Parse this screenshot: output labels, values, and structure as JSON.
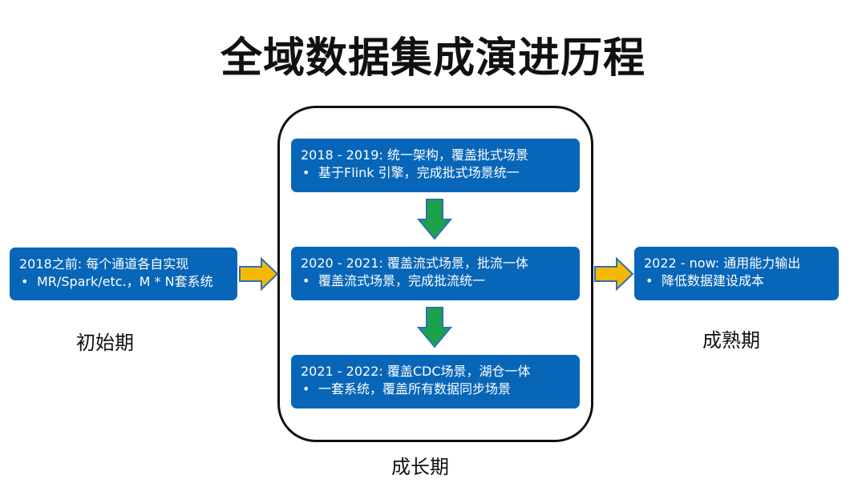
{
  "title": "全域数据集成演进历程",
  "stages": {
    "initial": {
      "phase_label": "初始期",
      "heading": "2018之前: 每个通道各自实现",
      "bullet": "MR/Spark/etc.，M * N套系统"
    },
    "growth": {
      "phase_label": "成长期",
      "steps": [
        {
          "heading": "2018 - 2019: 统一架构，覆盖批式场景",
          "bullet": "基于Flink 引擎，完成批式场景统一"
        },
        {
          "heading": "2020 - 2021: 覆盖流式场景，批流一体",
          "bullet": "覆盖流式场景，完成批流统一"
        },
        {
          "heading": "2021 - 2022: 覆盖CDC场景，湖仓一体",
          "bullet": "一套系统，覆盖所有数据同步场景"
        }
      ]
    },
    "mature": {
      "phase_label": "成熟期",
      "heading": "2022 - now: 通用能力输出",
      "bullet": "降低数据建设成本"
    }
  },
  "bullet_glyph": "•",
  "colors": {
    "box_fill": "#0866b8",
    "box_text": "#ffffff",
    "flow_arrow_fill": "#f5b800",
    "flow_arrow_stroke": "#2f6fb5",
    "step_arrow_fill": "#1aa34a",
    "step_arrow_stroke": "#2f6fb5",
    "frame_border": "#111111"
  }
}
